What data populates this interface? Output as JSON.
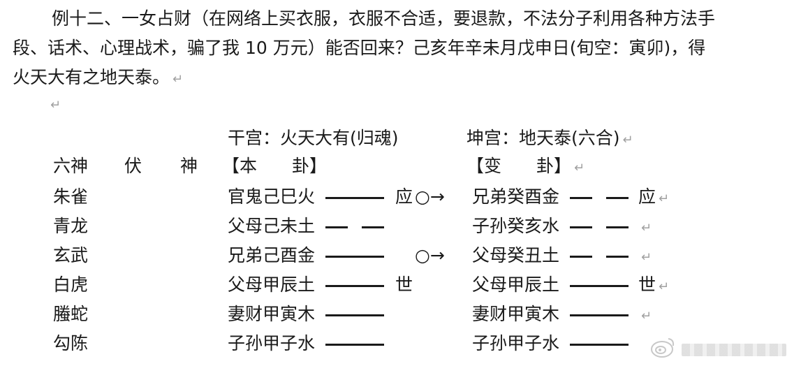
{
  "paragraph": {
    "line1": "例十二、一女占财（在网络上买衣服，衣服不合适，要退款，不法分子利用各种方法手",
    "line2": "段、话术、心理战术，骗了我 10 万元）能否回来？己亥年辛未月戊申日(旬空：寅卯)，得",
    "line3": "火天大有之地天泰。"
  },
  "return_mark": "↵",
  "header": {
    "ben_gua": "干宫：火天大有(归魂)",
    "bian_gua": "坤宫：地天泰(六合)"
  },
  "columns": {
    "liushen": "六神",
    "fu": "伏",
    "shen": "神",
    "ben_gua_label": "【本　　卦】",
    "bian_gua_label": "【变　　卦】"
  },
  "rows": [
    {
      "shen": "朱雀",
      "ben_text": "官鬼己巳火",
      "ben_line": "yang",
      "ben_mark": "应",
      "moving": "○→",
      "bian_text": "兄弟癸酉金",
      "bian_line": "yin",
      "bian_mark": "应"
    },
    {
      "shen": "青龙",
      "ben_text": "父母己未土",
      "ben_line": "yin",
      "ben_mark": "",
      "moving": "",
      "bian_text": "子孙癸亥水",
      "bian_line": "yin",
      "bian_mark": ""
    },
    {
      "shen": "玄武",
      "ben_text": "兄弟己酉金",
      "ben_line": "yang",
      "ben_mark": "",
      "moving": "○→",
      "bian_text": "父母癸丑土",
      "bian_line": "yin",
      "bian_mark": ""
    },
    {
      "shen": "白虎",
      "ben_text": "父母甲辰土",
      "ben_line": "yang",
      "ben_mark": "世",
      "moving": "",
      "bian_text": "父母甲辰土",
      "bian_line": "yang",
      "bian_mark": "世"
    },
    {
      "shen": "螣蛇",
      "ben_text": "妻财甲寅木",
      "ben_line": "yang",
      "ben_mark": "",
      "moving": "",
      "bian_text": "妻财甲寅木",
      "bian_line": "yang",
      "bian_mark": ""
    },
    {
      "shen": "勾陈",
      "ben_text": "子孙甲子水",
      "ben_line": "yang",
      "ben_mark": "",
      "moving": "",
      "bian_text": "子孙甲子水",
      "bian_line": "yang",
      "bian_mark": ""
    }
  ],
  "colors": {
    "text": "#1a1a1a",
    "return_mark": "#a0a0a0"
  },
  "icons": {
    "watermark": "weibo-icon"
  }
}
